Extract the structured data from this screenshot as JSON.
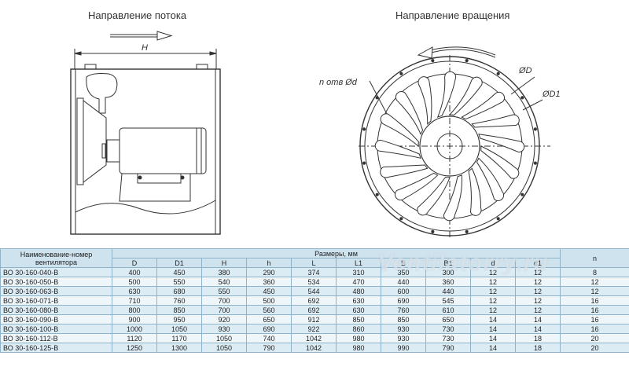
{
  "drawing": {
    "flow_direction_label": "Направление потока",
    "rotation_direction_label": "Направление вращения",
    "dim_H": "H",
    "dim_D": "ØD",
    "dim_D1": "ØD1",
    "dim_holes": "n отв Ød",
    "line_color": "#333333"
  },
  "table": {
    "name_header": "Наименование-номер вентилятора",
    "sizes_header": "Размеры, мм",
    "n_header": "n",
    "columns": [
      "D",
      "D1",
      "H",
      "h",
      "L",
      "L1",
      "B",
      "B1",
      "d",
      "d1"
    ],
    "rows": [
      {
        "name": "ВО 30-160-040-В",
        "vals": [
          "400",
          "450",
          "380",
          "290",
          "374",
          "310",
          "350",
          "300",
          "12",
          "12"
        ],
        "n": "8"
      },
      {
        "name": "ВО 30-160-050-В",
        "vals": [
          "500",
          "550",
          "540",
          "360",
          "534",
          "470",
          "440",
          "360",
          "12",
          "12"
        ],
        "n": "12"
      },
      {
        "name": "ВО 30-160-063-В",
        "vals": [
          "630",
          "680",
          "550",
          "450",
          "544",
          "480",
          "600",
          "440",
          "12",
          "12"
        ],
        "n": "12"
      },
      {
        "name": "ВО 30-160-071-В",
        "vals": [
          "710",
          "760",
          "700",
          "500",
          "692",
          "630",
          "690",
          "545",
          "12",
          "12"
        ],
        "n": "16"
      },
      {
        "name": "ВО 30-160-080-В",
        "vals": [
          "800",
          "850",
          "700",
          "560",
          "692",
          "630",
          "760",
          "610",
          "12",
          "12"
        ],
        "n": "16"
      },
      {
        "name": "ВО 30-160-090-В",
        "vals": [
          "900",
          "950",
          "920",
          "650",
          "912",
          "850",
          "850",
          "650",
          "14",
          "14"
        ],
        "n": "16"
      },
      {
        "name": "ВО 30-160-100-В",
        "vals": [
          "1000",
          "1050",
          "930",
          "690",
          "922",
          "860",
          "930",
          "730",
          "14",
          "14"
        ],
        "n": "16"
      },
      {
        "name": "ВО 30-160-112-В",
        "vals": [
          "1120",
          "1170",
          "1050",
          "740",
          "1042",
          "980",
          "930",
          "730",
          "14",
          "18"
        ],
        "n": "20"
      },
      {
        "name": "ВО 30-160-125-В",
        "vals": [
          "1250",
          "1300",
          "1050",
          "790",
          "1042",
          "980",
          "990",
          "790",
          "14",
          "18"
        ],
        "n": "20"
      }
    ],
    "header_bg": "#cfe3ef",
    "row_bg_odd": "#dcecf5",
    "row_bg_even": "#eef6fa",
    "border_color": "#8fb3c9"
  },
  "watermark": "Ventilatorry.ru"
}
